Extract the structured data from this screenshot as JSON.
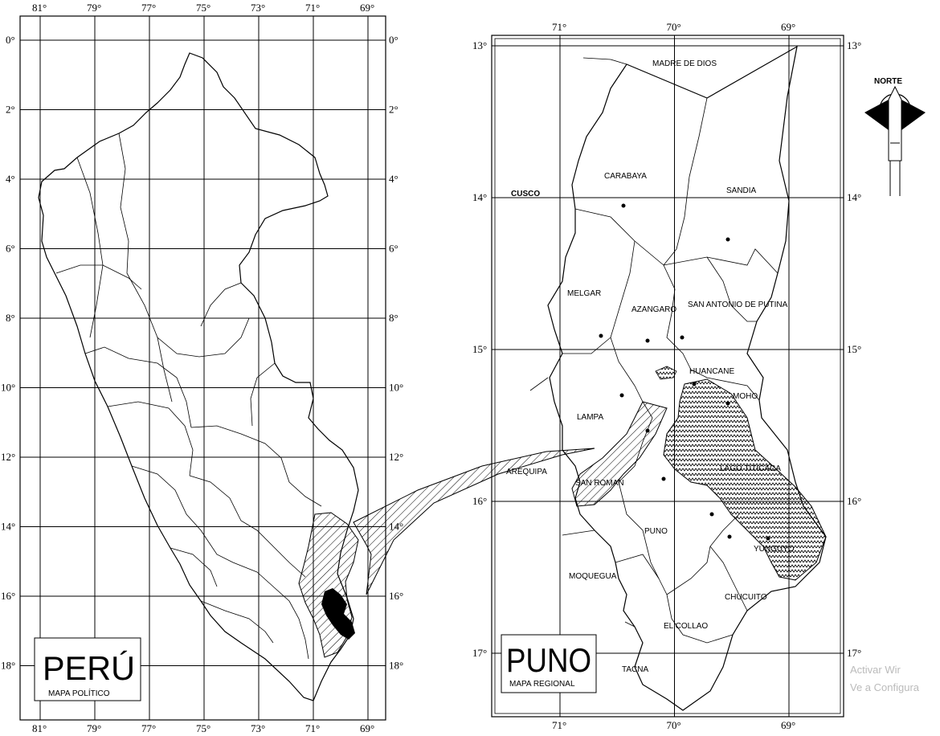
{
  "peru_map": {
    "title": "PERÚ",
    "subtitle": "MAPA POLÍTICO",
    "lon_labels": [
      "81°",
      "79°",
      "77°",
      "75°",
      "73°",
      "71°",
      "69°"
    ],
    "lat_labels": [
      "0°",
      "2°",
      "4°",
      "6°",
      "8°",
      "10°",
      "12°",
      "14°",
      "16°",
      "18°"
    ]
  },
  "puno_map": {
    "title": "PUNO",
    "subtitle": "MAPA REGIONAL",
    "lon_labels": [
      "71°",
      "70°",
      "69°"
    ],
    "lat_labels": [
      "13°",
      "14°",
      "15°",
      "16°",
      "17°"
    ],
    "neighbor_labels": {
      "madre_de_dios": "MADRE DE DIOS",
      "cusco": "CUSCO",
      "arequipa": "AREQUIPA",
      "moquegua": "MOQUEGUA",
      "tacna": "TACNA"
    },
    "province_labels": {
      "carabaya": "CARABAYA",
      "sandia": "SANDIA",
      "melgar": "MELGAR",
      "azangaro": "AZANGARO",
      "san_antonio_de_putina": "SAN ANTONIO DE PUTINA",
      "huancane": "HUANCANE",
      "moho": "MOHO",
      "lampa": "LAMPA",
      "lago_titicaca": "LAGO TITICACA",
      "san_roman": "SAN ROMAN",
      "puno": "PUNO",
      "yunguyo": "YUNGUYO",
      "chucuito": "CHUCUITO",
      "el_collao": "EL COLLAO"
    }
  },
  "north_arrow": {
    "label": "NORTE"
  },
  "watermark": {
    "line1": "Activar Wir",
    "line2": "Ve a Configura"
  }
}
